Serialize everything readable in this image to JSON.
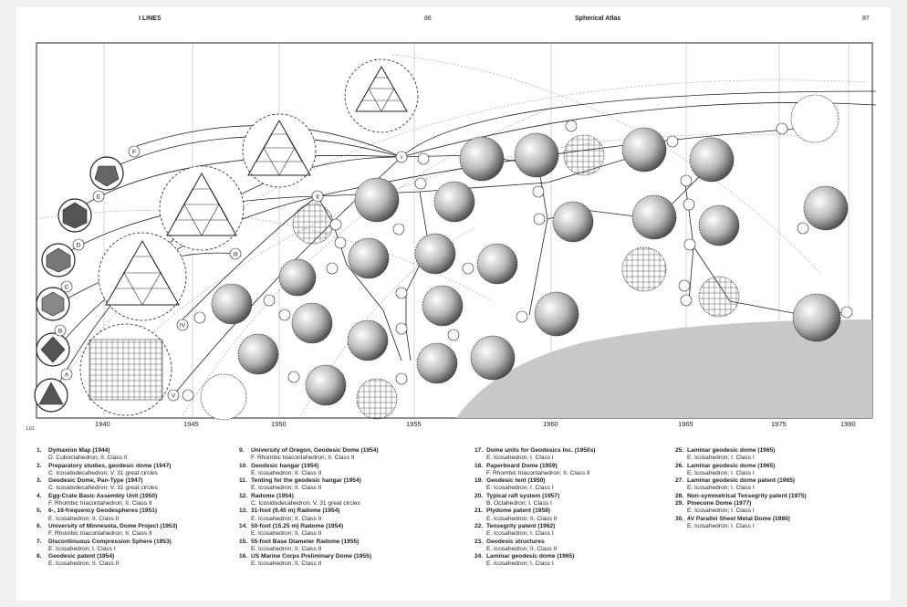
{
  "header": {
    "section": "I LINES",
    "page_left": "86",
    "book_title": "Spherical Atlas",
    "page_right": "87"
  },
  "figure": {
    "figure_label": "1.61",
    "years": [
      "1940",
      "1945",
      "1950",
      "1955",
      "1960",
      "1965",
      "1975",
      "1980"
    ],
    "type_markers": [
      "F",
      "E",
      "D",
      "C",
      "B",
      "A"
    ],
    "class_markers": [
      "I",
      "II",
      "III",
      "IV",
      "V"
    ]
  },
  "legend": {
    "col1": [
      {
        "n": "1.",
        "title": "Dymaxion Map (1944)",
        "sub": "D. Cuboctahedron; II. Class II"
      },
      {
        "n": "2.",
        "title": "Preparatory studies, geodesic dome (1947)",
        "sub": "C. Icosidodecahedron; V. 31 great circles"
      },
      {
        "n": "3.",
        "title": "Geodesic Dome, Pan-Type (1947)",
        "sub": "C. Icosidodecahedron; V. 31 great circles"
      },
      {
        "n": "4.",
        "title": "Egg-Crate Basic Assembly Unit (1950)",
        "sub": "F. Rhombic triacontahedron; II. Class II"
      },
      {
        "n": "5.",
        "title": "6-, 16-frequency Geodespheres (1951)",
        "sub": "E. Icosahedron; II. Class II"
      },
      {
        "n": "6.",
        "title": "University of Minnesota, Dome Project (1953)",
        "sub": "F. Rhombic triacontahedron; II. Class II"
      },
      {
        "n": "7.",
        "title": "Discontinuous Compression Sphere (1953)",
        "sub": "E. Icosahedron; I. Class I"
      },
      {
        "n": "8.",
        "title": "Geodesic patent (1954)",
        "sub": "E. Icosahedron; II. Class II"
      }
    ],
    "col2": [
      {
        "n": "9.",
        "title": "University of Oregon, Geodesic Dome (1954)",
        "sub": "F. Rhombic triacontahedron; II. Class II"
      },
      {
        "n": "10.",
        "title": "Geodesic hangar (1954)",
        "sub": "E. Icosahedron; II. Class II"
      },
      {
        "n": "11.",
        "title": "Tenting for the geodesic hangar (1954)",
        "sub": "E. Icosahedron; II. Class II"
      },
      {
        "n": "12.",
        "title": "Radome (1954)",
        "sub": "C. Icosidodecahedron; V. 31 great circles"
      },
      {
        "n": "13.",
        "title": "31-foot (9.45 m) Radome (1954)",
        "sub": "E. Icosahedron; II. Class II"
      },
      {
        "n": "14.",
        "title": "50-foot (15.25 m) Radome (1954)",
        "sub": "E. Icosahedron; II. Class II"
      },
      {
        "n": "15.",
        "title": "55-foot Base Diameter Radome (1955)",
        "sub": "E. Icosahedron; II. Class II"
      },
      {
        "n": "16.",
        "title": "US Marine Corps Preliminary Dome (1955)",
        "sub": "E. Icosahedron; II. Class II"
      }
    ],
    "col3": [
      {
        "n": "17.",
        "title": "Dome units for Geodesics Inc. (1950s)",
        "sub": "E. Icosahedron; I. Class I"
      },
      {
        "n": "18.",
        "title": "Paperboard Dome (1959)",
        "sub": "F. Rhombic triacontahedron; II. Class II"
      },
      {
        "n": "19.",
        "title": "Geodesic tent (1950)",
        "sub": "E. Icosahedron; I. Class I"
      },
      {
        "n": "20.",
        "title": "Typical raft system (1957)",
        "sub": "B. Octahedron; I. Class I"
      },
      {
        "n": "21.",
        "title": "Plydome patent (1959)",
        "sub": "E. Icosahedron; II. Class II"
      },
      {
        "n": "22.",
        "title": "Tensegrity patent (1962)",
        "sub": "E. Icosahedron; I. Class I"
      },
      {
        "n": "23.",
        "title": "Geodesic structures",
        "sub": "E. Icosahedron; II. Class II"
      },
      {
        "n": "24.",
        "title": "Laminar geodesic dome (1965)",
        "sub": "E. Icosahedron; I. Class I"
      }
    ],
    "col4": [
      {
        "n": "25.",
        "title": "Laminar geodesic dome (1965)",
        "sub": "E. Icosahedron; I. Class I"
      },
      {
        "n": "26.",
        "title": "Laminar geodesic dome (1965)",
        "sub": "E. Icosahedron; I. Class I"
      },
      {
        "n": "27.",
        "title": "Laminar geodesic dome patent (1965)",
        "sub": "E. Icosahedron; I. Class I"
      },
      {
        "n": "28.",
        "title": "Non-symmetrical Tensegrity patent (1975)",
        "sub": ""
      },
      {
        "n": "29.",
        "title": "Pinecone Dome (1977)",
        "sub": "E. Icosahedron; I. Class I"
      },
      {
        "n": "30.",
        "title": "4V Parallel Sheet Metal Dome (1980)",
        "sub": "E. Icosahedron; I. Class I"
      }
    ]
  },
  "colors": {
    "background": "#f1f1f1",
    "page": "#ffffff",
    "gray_area": "#c9c9c9",
    "ink": "#222222"
  }
}
